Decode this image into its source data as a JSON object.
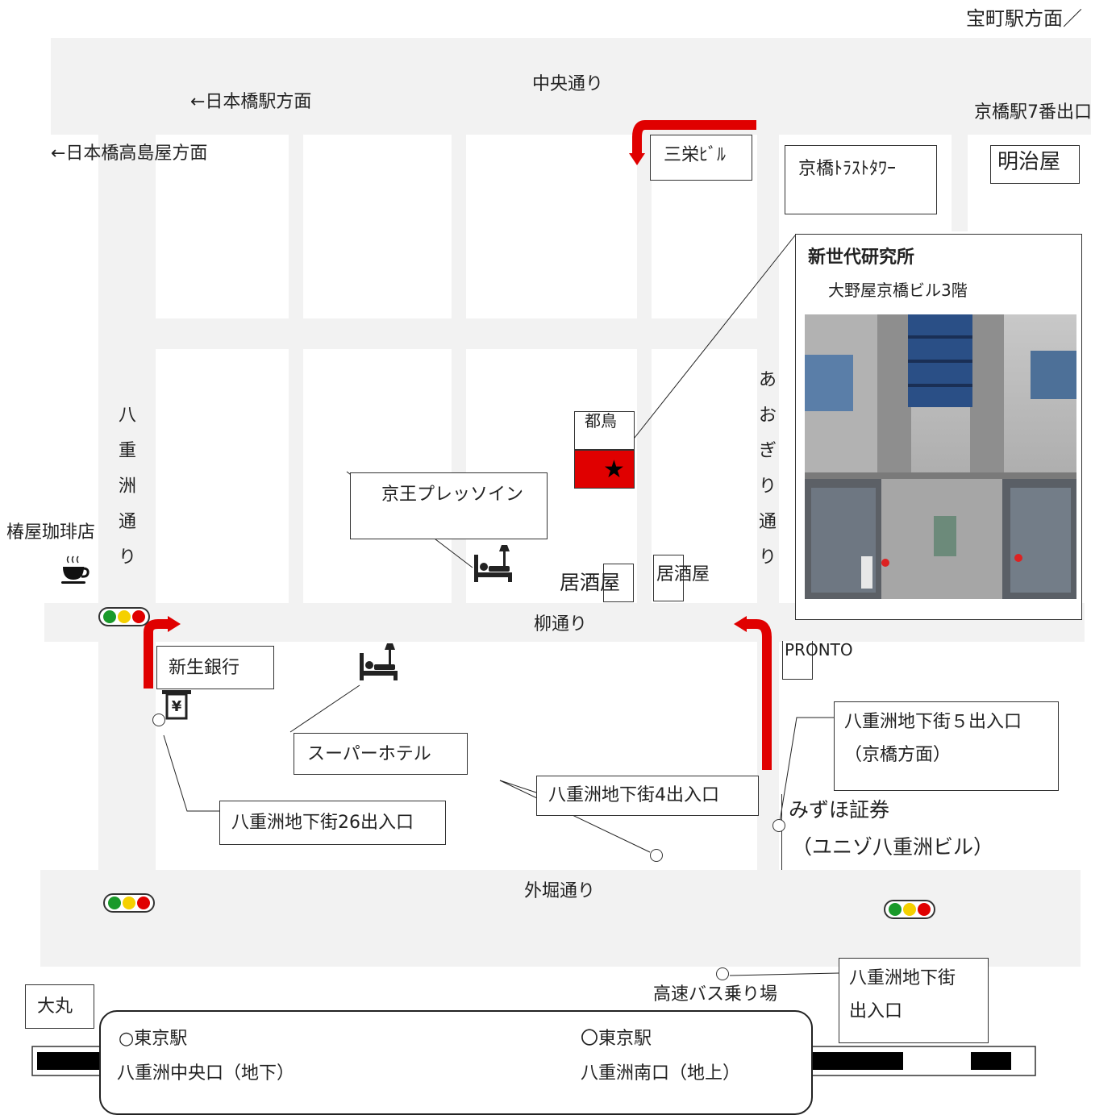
{
  "roads": {
    "chuo": "中央通り",
    "yanagi": "柳通り",
    "sotobori": "外堀通り",
    "yaesu": "八重洲通り",
    "aogiri": "あおぎり通り"
  },
  "directions": {
    "takaracho": "宝町駅方面／",
    "nihonbashi_station": "←日本橋駅方面",
    "nihonbashi_takashimaya": "←日本橋高島屋方面",
    "kyobashi_exit7": "京橋駅7番出口"
  },
  "landmarks": {
    "sanei": "三栄ﾋﾞﾙ",
    "trust_tower": "京橋ﾄﾗｽﾄﾀﾜｰ",
    "meijiya": "明治屋",
    "miyako": "都鳥",
    "keio_presso": "京王プレッソイン",
    "izakaya1": "居酒屋",
    "izakaya2": "居酒屋",
    "tsubakiya": "椿屋珈琲店",
    "shinsei_bank": "新生銀行",
    "super_hotel": "スーパーホテル",
    "pronto": "PRONTO",
    "mizuho_line1": "みずほ証券",
    "mizuho_line2": "（ユニゾ八重洲ビル）",
    "daimaru": "大丸",
    "bus": "高速バス乗り場"
  },
  "exits": {
    "exit26": "八重洲地下街26出入口",
    "exit4": "八重洲地下街4出入口",
    "exit5_line1": "八重洲地下街５出入口",
    "exit5_line2": "（京橋方面）",
    "exit_bottom_line1": "八重洲地下街",
    "exit_bottom_line2": "出入口"
  },
  "destination": {
    "name": "新世代研究所",
    "building": "大野屋京橋ビル3階",
    "marker": "★"
  },
  "station": {
    "left_line1": "○東京駅",
    "left_line2": "八重洲中央口（地下）",
    "right_line1": "〇東京駅",
    "right_line2": "八重洲南口（地上）"
  },
  "colors": {
    "arrow": "#e00000",
    "destination_fill": "#e00000",
    "road": "#f2f2f2",
    "signal_green": "#1a9a2a",
    "signal_yellow": "#f5d000",
    "signal_red": "#e00000"
  },
  "icons": [
    "coffee-icon",
    "hotel-icon",
    "atm-icon",
    "traffic-signal-icon",
    "route-arrow-icon"
  ]
}
